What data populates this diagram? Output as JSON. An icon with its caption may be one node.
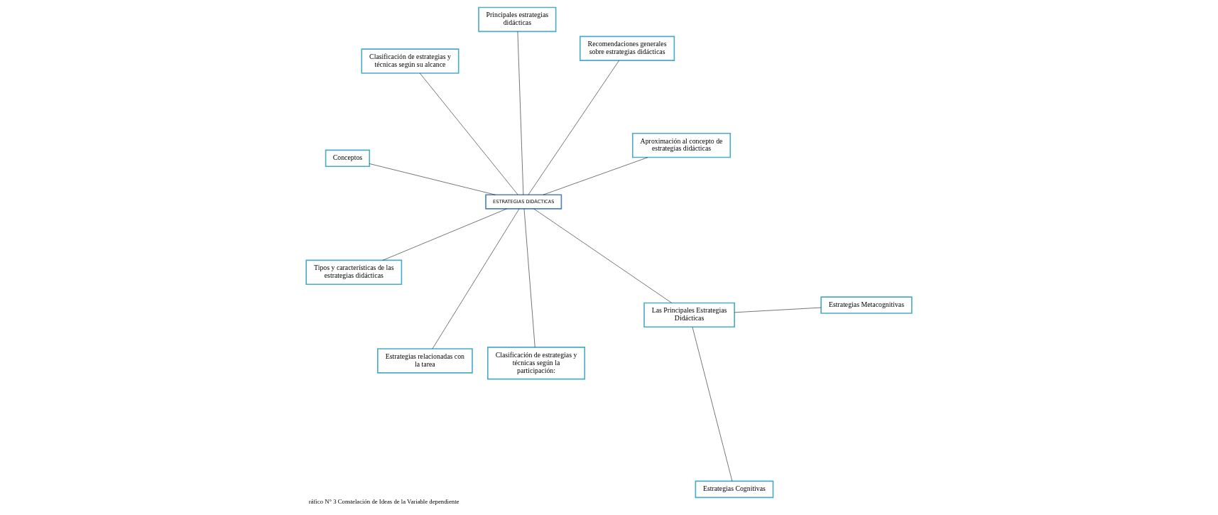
{
  "diagram": {
    "caption": "ráfico N° 3 Constelación de Ideas de la Variable dependiente",
    "nodes": [
      {
        "text": [
          "Conceptos"
        ]
      },
      {
        "text": [
          "Aproximación al concepto de estrategias didácticas"
        ]
      },
      {
        "text": [
          "Estrategias relacionadas con la tarea"
        ]
      },
      {
        "text": [
          "ESTRATEGIAS DIDÁCTICAS"
        ]
      },
      {
        "text": [
          "Recomendaciones generales sobre estrategias didácticas"
        ]
      },
      {
        "text": [
          "Principales estrategias didácticas"
        ]
      },
      {
        "text": [
          "Tipos y características de las estrategias didácticas"
        ]
      },
      {
        "text": [
          "Las Principales Estrategias Didácticas"
        ]
      },
      {
        "text": [
          "Clasificación de estrategias y técnicas según la participación:"
        ]
      },
      {
        "text": [
          "Estrategias Metacognitivas"
        ]
      },
      {
        "text": [
          "Estrategias Cognitivas"
        ]
      },
      {
        "text": [
          "Clasificación de estrategias y técnicas según su alcance"
        ]
      }
    ],
    "edges": [
      {
        "from": 3,
        "to": 0,
        "arrow": "none"
      },
      {
        "from": 3,
        "to": 1,
        "arrow": "none"
      },
      {
        "from": 3,
        "to": 2,
        "arrow": "none"
      },
      {
        "from": 3,
        "to": 4,
        "arrow": "none"
      },
      {
        "from": 3,
        "to": 5,
        "arrow": "none"
      },
      {
        "from": 3,
        "to": 6,
        "arrow": "none"
      },
      {
        "from": 3,
        "to": 7,
        "arrow": "none"
      },
      {
        "from": 3,
        "to": 8,
        "arrow": "none"
      },
      {
        "from": 3,
        "to": 11,
        "arrow": "none"
      },
      {
        "from": 7,
        "to": 9,
        "arrow": "none"
      },
      {
        "from": 7,
        "to": 10,
        "arrow": "none"
      }
    ]
  }
}
